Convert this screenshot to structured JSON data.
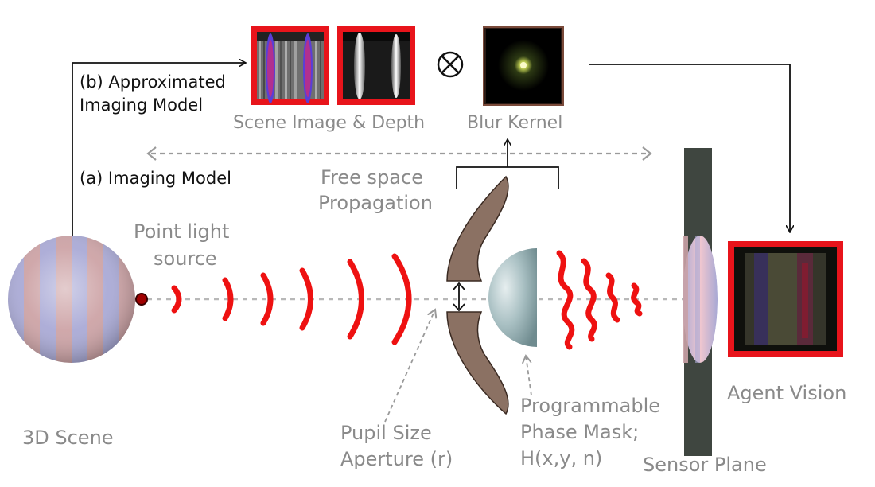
{
  "labels": {
    "approx_model_line1": "(b) Approximated",
    "approx_model_line2": "Imaging Model",
    "imaging_model": "(a) Imaging Model",
    "scene_image_depth": "Scene Image & Depth",
    "blur_kernel": "Blur Kernel",
    "free_space_line1": "Free space",
    "free_space_line2": "Propagation",
    "point_light_line1": "Point light",
    "point_light_line2": "source",
    "scene_3d": "3D Scene",
    "pupil_line1": "Pupil Size",
    "pupil_line2": "Aperture (r)",
    "phase_mask_line1": "Programmable",
    "phase_mask_line2": "Phase Mask;",
    "phase_mask_line3": "H(x,y, n)",
    "sensor_plane": "Sensor Plane",
    "agent_vision": "Agent Vision",
    "convolution_symbol": "⊗"
  },
  "colors": {
    "frame_red": "#e8141b",
    "wave_red": "#ee1111",
    "lens_brown": "#8b7163",
    "sensor_dark": "#3f4640",
    "stripe_pink": "#c9a1a6",
    "stripe_blue": "#a8a9d4",
    "label_gray": "#8a8a8a",
    "dashed_axis": "#b8b8b8"
  }
}
